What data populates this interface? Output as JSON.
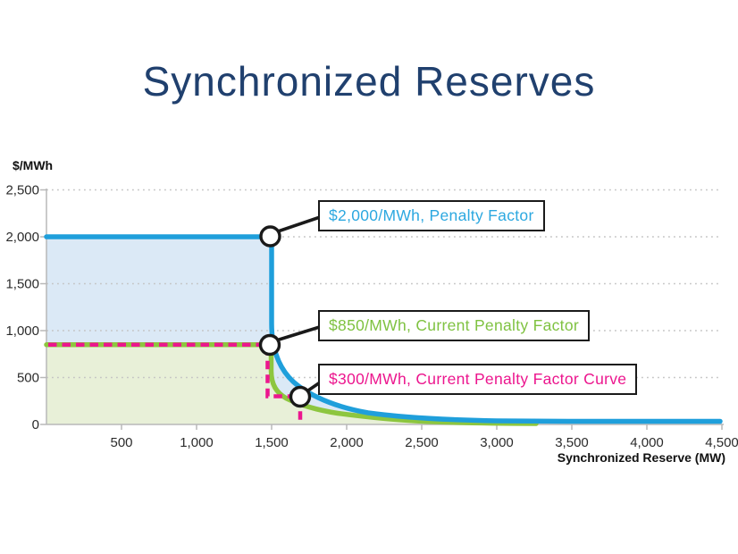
{
  "page": {
    "title": "Synchronized Reserves"
  },
  "chart_data": {
    "type": "area",
    "title": "Synchronized Reserves",
    "xlabel": "Synchronized Reserve (MW)",
    "ylabel": "$/MWh",
    "xlim": [
      0,
      4500
    ],
    "ylim": [
      0,
      2500
    ],
    "grid": "dotted horizontal gridlines every 500",
    "legend_position": "none (callout labels on chart)",
    "x_tick_labels": [
      "500",
      "1,000",
      "1,500",
      "2,000",
      "2,500",
      "3,000",
      "3,500",
      "4,000",
      "4,500"
    ],
    "y_tick_labels": [
      "2,500",
      "2,000",
      "1,500",
      "1,000",
      "500",
      "0"
    ],
    "series": [
      {
        "name": "Penalty Factor",
        "type": "line+area",
        "line_color": "#1f9fdb",
        "fill_color": "#dbe9f6",
        "points": [
          [
            0,
            2000
          ],
          [
            1500,
            2000
          ],
          [
            1500,
            900
          ],
          [
            1700,
            450
          ],
          [
            2000,
            230
          ],
          [
            2500,
            90
          ],
          [
            3000,
            45
          ],
          [
            3500,
            35
          ],
          [
            4500,
            30
          ]
        ]
      },
      {
        "name": "Current Penalty Factor",
        "type": "line+area",
        "line_color": "#8dc63f",
        "fill_color": "#e8f0d8",
        "points": [
          [
            0,
            850
          ],
          [
            1500,
            850
          ],
          [
            1700,
            300
          ],
          [
            2000,
            115
          ],
          [
            2500,
            30
          ],
          [
            3000,
            10
          ]
        ]
      },
      {
        "name": "Current Penalty Factor Curve",
        "type": "step-line",
        "style": "dashed",
        "line_color": "#ec168e",
        "points": [
          [
            0,
            850
          ],
          [
            1500,
            850
          ],
          [
            1500,
            300
          ],
          [
            1700,
            300
          ],
          [
            1700,
            0
          ]
        ]
      }
    ],
    "markers": [
      {
        "point": [
          1500,
          2000
        ]
      },
      {
        "point": [
          1500,
          850
        ]
      },
      {
        "point": [
          1700,
          300
        ]
      }
    ],
    "annotations": [
      {
        "label": "$2,000/MWh, Penalty Factor",
        "color": "#2ca8e0",
        "point": [
          1500,
          2000
        ]
      },
      {
        "label": "$850/MWh, Current Penalty Factor",
        "color": "#7fc241",
        "point": [
          1500,
          850
        ]
      },
      {
        "label": "$300/MWh, Current Penalty Factor Curve",
        "color": "#ec168e",
        "point": [
          1700,
          300
        ]
      }
    ]
  }
}
